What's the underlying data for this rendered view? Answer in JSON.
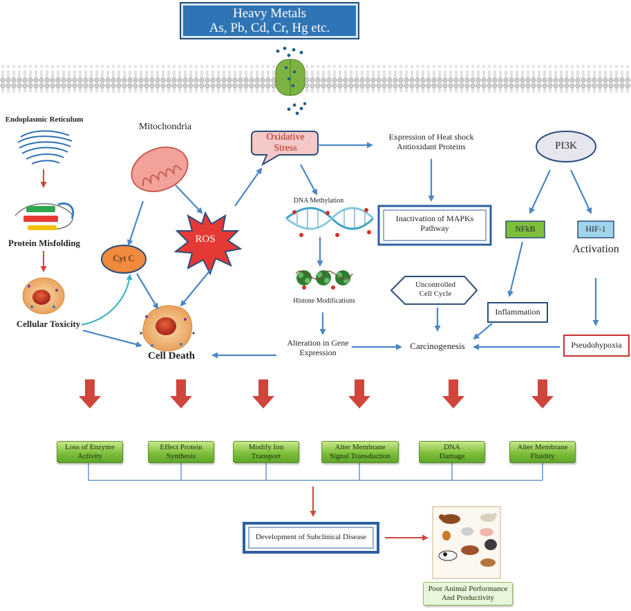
{
  "title": {
    "line1": "Heavy Metals",
    "line2": "As, Pb, Cd, Cr, Hg etc."
  },
  "left_column": {
    "er": "Endoplasmic Reticulum",
    "misfolding": "Protein Misfolding",
    "toxicity": "Cellular Toxicity"
  },
  "mito": {
    "label": "Mitochondria",
    "cytc": "Cyt C",
    "ros": "ROS"
  },
  "cell_death": "Cell Death",
  "oxidative": {
    "line1": "Oxidative",
    "line2": "Stress"
  },
  "heat_shock": {
    "line1": "Expression of Heat shock",
    "line2": "Antioxidant Proteins"
  },
  "mapk": {
    "line1": "Inactivation of MAPKs",
    "line2": "Pathway"
  },
  "dna_methylation": "DNA Methylation",
  "histone": "Histone Modifications",
  "gene_expression": {
    "line1": "Alteration in Gene",
    "line2": "Expression"
  },
  "cell_cycle": {
    "line1": "Uncontrolled",
    "line2": "Cell Cycle"
  },
  "carcinogenesis": "Carcinogenesis",
  "pi3k": "PI3K",
  "nfkb": "NFkB",
  "hif1": "HIF-1",
  "activation": "Activation",
  "inflammation": "Inflammation",
  "pseudohypoxia": "Pseudohypoxia",
  "effects": [
    {
      "line1": "Loss of Enzyme",
      "line2": "Activity"
    },
    {
      "line1": "Effect Protein",
      "line2": "Synthesis"
    },
    {
      "line1": "Modify Ion",
      "line2": "Transport"
    },
    {
      "line1": "Alter Membrane",
      "line2": "Signal Transduction"
    },
    {
      "line1": "DNA",
      "line2": "Damage"
    },
    {
      "line1": "Alter Membrane",
      "line2": "Fluidity"
    }
  ],
  "subclinical": "Development of Subclinical Disease",
  "animals": {
    "line1": "Poor Animal Performance",
    "line2": "And Productivity"
  },
  "colors": {
    "blue_arrow": "#4a86c5",
    "red_arrow": "#d0453c",
    "title_blue": "#2f75b5",
    "membrane_green": "#7cb342",
    "ros_red": "#e53935",
    "cytc_orange": "#f08a3c"
  }
}
